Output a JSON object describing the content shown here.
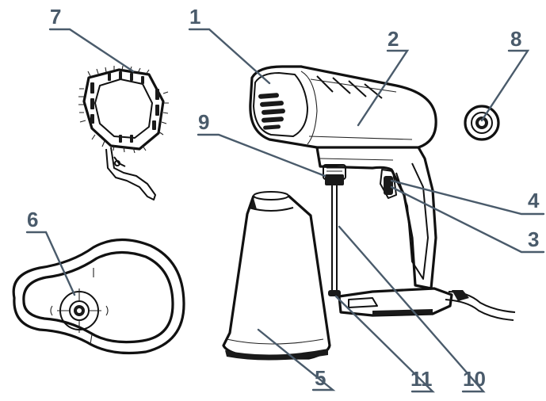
{
  "labels": {
    "l1": "1",
    "l2": "2",
    "l3": "3",
    "l4": "4",
    "l5": "5",
    "l6": "6",
    "l7": "7",
    "l8": "8",
    "l9": "9",
    "l10": "10",
    "l11": "11"
  },
  "colors": {
    "callout": "#4a5b6b",
    "line_art": "#111111",
    "background": "#ffffff"
  }
}
